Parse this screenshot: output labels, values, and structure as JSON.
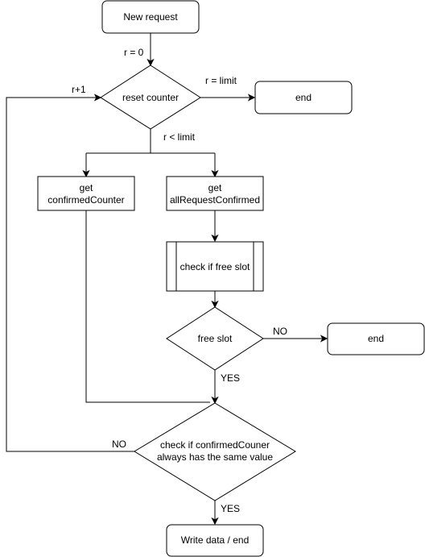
{
  "nodes": {
    "new_request": "New request",
    "reset_counter": "reset counter",
    "end_top": "end",
    "get_confirmed_line1": "get",
    "get_confirmed_line2": "confirmedCounter",
    "get_all_line1": "get",
    "get_all_line2": "allRequestConfirmed",
    "check_free_slot": "check if free slot",
    "free_slot": "free slot",
    "end_middle": "end",
    "check_same_line1": "check if confirmedCouner",
    "check_same_line2": "always has the same value",
    "write_data": "Write data / end"
  },
  "edges": {
    "r_zero": "r = 0",
    "r_limit": "r = limit",
    "r_plus_one": "r+1",
    "r_less_limit": "r < limit",
    "no_free": "NO",
    "yes_free": "YES",
    "no_same": "NO",
    "yes_same": "YES"
  }
}
